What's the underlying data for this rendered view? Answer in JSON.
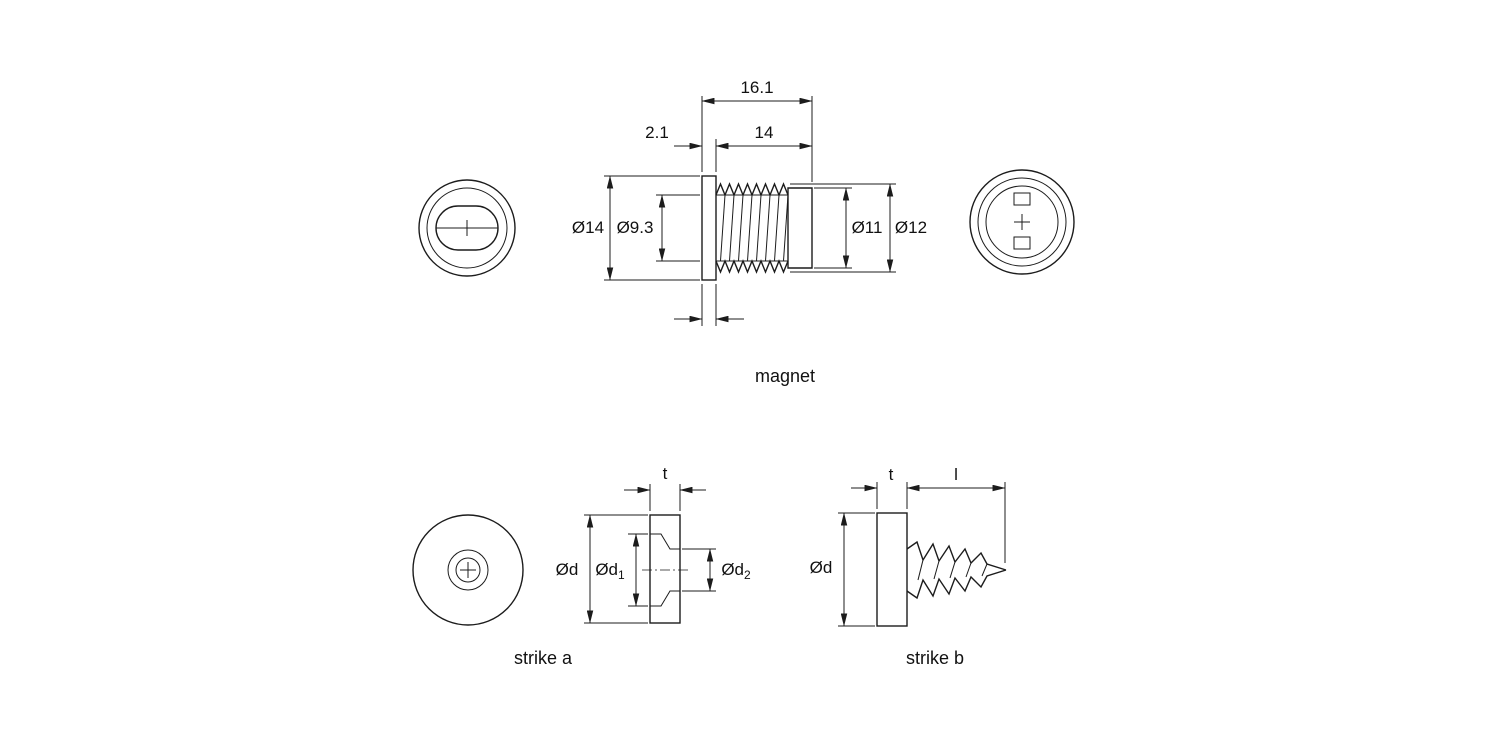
{
  "drawing": {
    "background": "#ffffff",
    "line_color": "#1c1c1c",
    "text_color": "#111111"
  },
  "magnet": {
    "label": "magnet",
    "dims": {
      "overall_length": "16.1",
      "body_length": "14",
      "flange_thickness": "2.1",
      "flange_diameter": "Ø14",
      "core_diameter": "Ø9.3",
      "end_diameter": "Ø11",
      "thread_diameter": "Ø12"
    }
  },
  "strike_a": {
    "label": "strike a",
    "dims": {
      "thickness": "t",
      "outer_diameter": "Ød",
      "countersink_diameter_main": "Ød",
      "countersink_diameter_sub": "1",
      "hole_diameter_main": "Ød",
      "hole_diameter_sub": "2"
    }
  },
  "strike_b": {
    "label": "strike b",
    "dims": {
      "thickness": "t",
      "screw_length": "l",
      "outer_diameter": "Ød"
    }
  }
}
